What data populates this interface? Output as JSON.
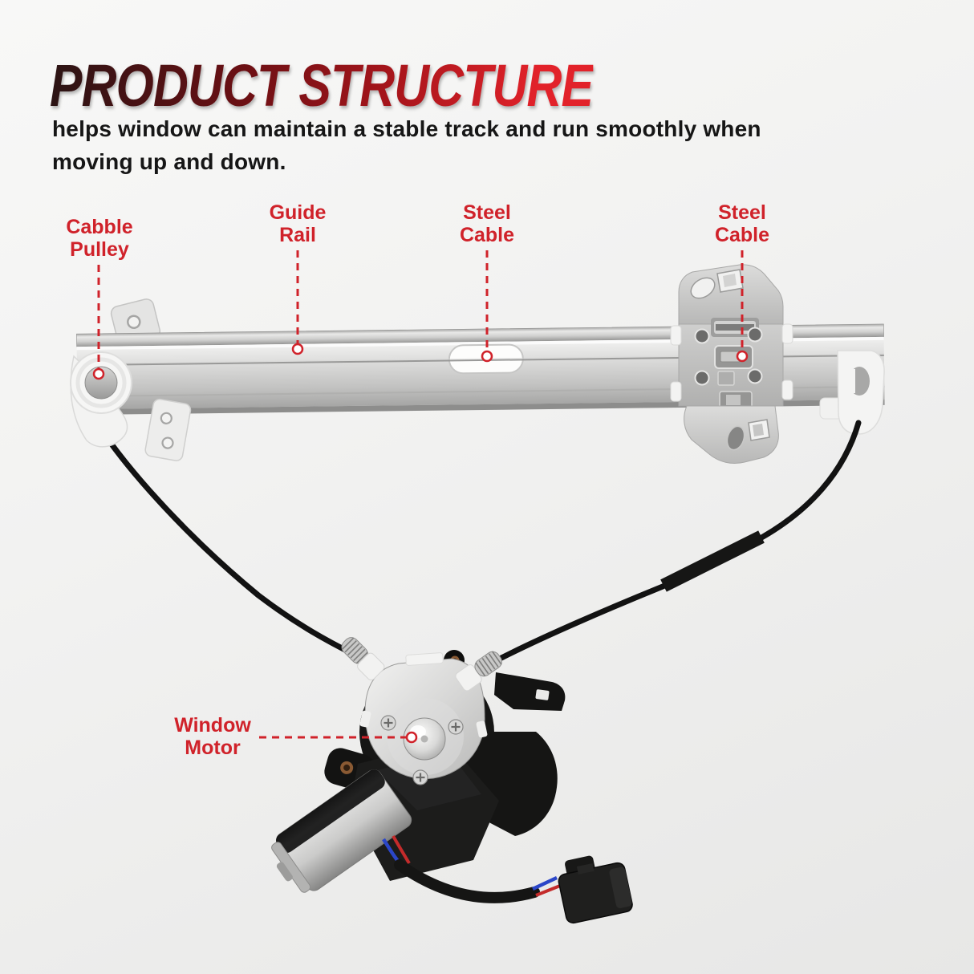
{
  "header": {
    "title": "PRODUCT STRUCTURE",
    "subtitle_line1": "helps window can maintain a stable track and run smoothly when",
    "subtitle_line2": "moving up and down."
  },
  "callouts": {
    "cable_pulley": {
      "line1": "Cabble",
      "line2": "Pulley"
    },
    "guide_rail": {
      "line1": "Guide",
      "line2": "Rail"
    },
    "steel_cable_left": {
      "line1": "Steel",
      "line2": "Cable"
    },
    "steel_cable_right": {
      "line1": "Steel",
      "line2": "Cable"
    },
    "window_motor": {
      "line1": "Window",
      "line2": "Motor"
    }
  },
  "colors": {
    "label_red": "#d0222a",
    "title_gradient_start": "#2b1414",
    "title_gradient_end": "#e2222a",
    "subtitle_text": "#161616",
    "metal_silver": "#c9c9c8",
    "cable_black": "#121212",
    "background_top": "#f8f8f7",
    "background_bottom": "#e7e7e6"
  }
}
